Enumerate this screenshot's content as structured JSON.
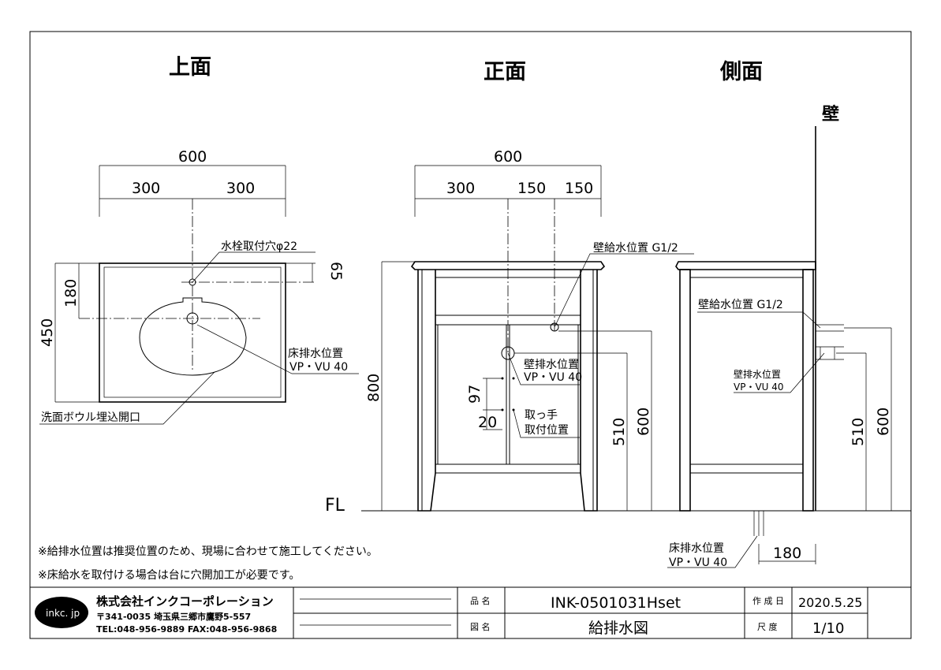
{
  "views": {
    "top": "上面",
    "front": "正面",
    "side": "側面",
    "wall": "壁",
    "floor": "FL"
  },
  "top_view": {
    "dim_total": "600",
    "dim_left": "300",
    "dim_right": "300",
    "dim_depth": "450",
    "dim_faucet_offset": "180",
    "dim_faucet_edge": "65",
    "faucet_hole": "水栓取付穴φ22",
    "floor_drain_line1": "床排水位置",
    "floor_drain_line2": "VP・VU 40",
    "bowl_opening": "洗面ボウル埋込開口"
  },
  "front_view": {
    "dim_total": "600",
    "dim_a": "300",
    "dim_b": "150",
    "dim_c": "150",
    "dim_height": "800",
    "dim_510": "510",
    "dim_600": "600",
    "dim_97": "97",
    "dim_20": "20",
    "wall_supply": "壁給水位置 G1/2",
    "wall_drain_line1": "壁排水位置",
    "wall_drain_line2": "VP・VU 40",
    "handle_line1": "取っ手",
    "handle_line2": "取付位置"
  },
  "side_view": {
    "wall_supply": "壁給水位置 G1/2",
    "wall_drain_line1": "壁排水位置",
    "wall_drain_line2": "VP・VU 40",
    "dim_510": "510",
    "dim_600": "600",
    "floor_drain_line1": "床排水位置",
    "floor_drain_line2": "VP・VU 40",
    "dim_180": "180"
  },
  "notes": [
    "※給排水位置は推奨位置のため、現場に合わせて施工してください。",
    "※床給水を取付ける場合は台に穴開加工が必要です。"
  ],
  "title_block": {
    "logo": "inkc. jp",
    "company": "株式会社インクコーポレーション",
    "address": "〒341-0035 埼玉県三郷市鷹野5-557",
    "tel": "TEL:048-956-9889  FAX:048-956-9868",
    "product_label": "品 名",
    "product_value": "INK-0501031Hset",
    "drawing_label": "図 名",
    "drawing_value": "給排水図",
    "date_label": "作 成 日",
    "date_value": "2020.5.25",
    "scale_label": "尺 度",
    "scale_value": "1/10"
  }
}
